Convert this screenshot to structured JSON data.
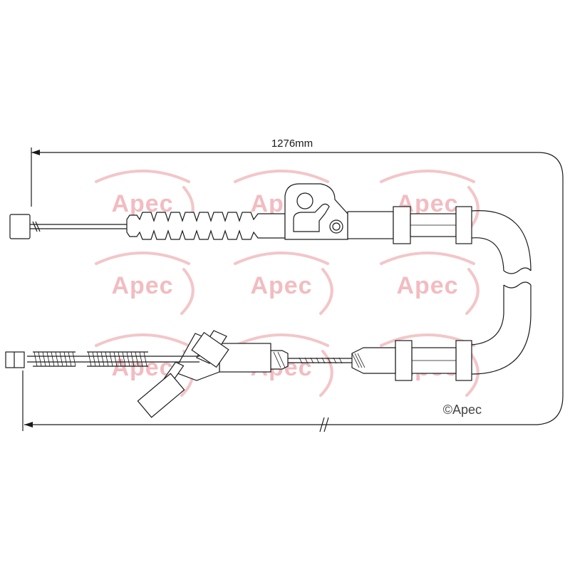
{
  "dimension": {
    "length_label": "1276mm"
  },
  "watermark": {
    "brand": "Apec"
  },
  "copyright": {
    "label": "©Apec"
  },
  "colors": {
    "watermark": "#f2bcc1",
    "line": "#1a1a1a",
    "copyright": "#444444"
  }
}
